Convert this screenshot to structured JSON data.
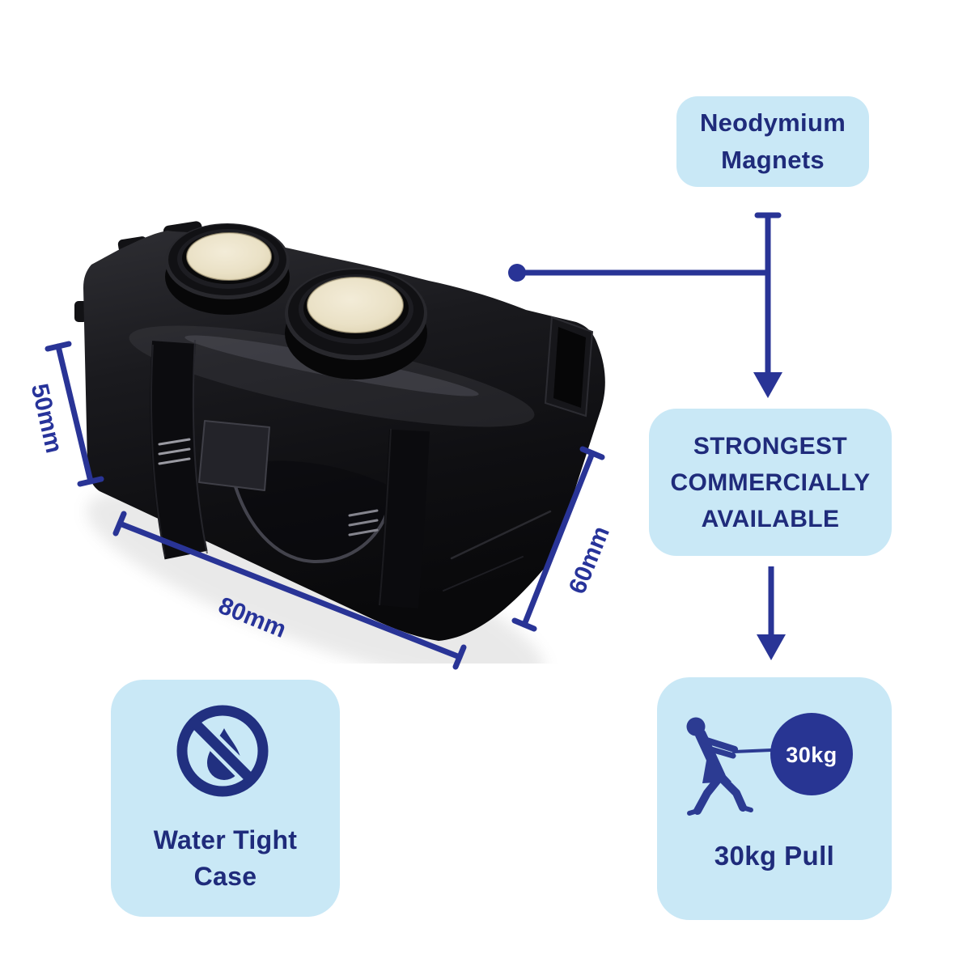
{
  "theme": {
    "background": "#ffffff",
    "panel_bg": "#c9e8f6",
    "text_navy": "#1f2b7b",
    "line_navy": "#293496",
    "badge_navy": "#283593",
    "badge_text": "#ffffff",
    "magnet_cream": "#ebe2c7",
    "case_black": "#131316"
  },
  "callouts": {
    "neodymium": {
      "line1": "Neodymium",
      "line2": "Magnets"
    },
    "strongest": {
      "line1": "STRONGEST",
      "line2": "COMMERCIALLY",
      "line3": "AVAILABLE"
    },
    "pull": {
      "badge": "30kg",
      "label": "30kg Pull"
    },
    "watertight": {
      "line1": "Water Tight",
      "line2": "Case"
    }
  },
  "dimensions": {
    "height_left": "50mm",
    "width_bottom": "80mm",
    "depth_right": "60mm"
  },
  "icons": {
    "water": "no-water-droplet-icon",
    "pull": "person-pulling-weight-icon",
    "product": "black-stash-case-with-two-neodymium-magnets"
  }
}
